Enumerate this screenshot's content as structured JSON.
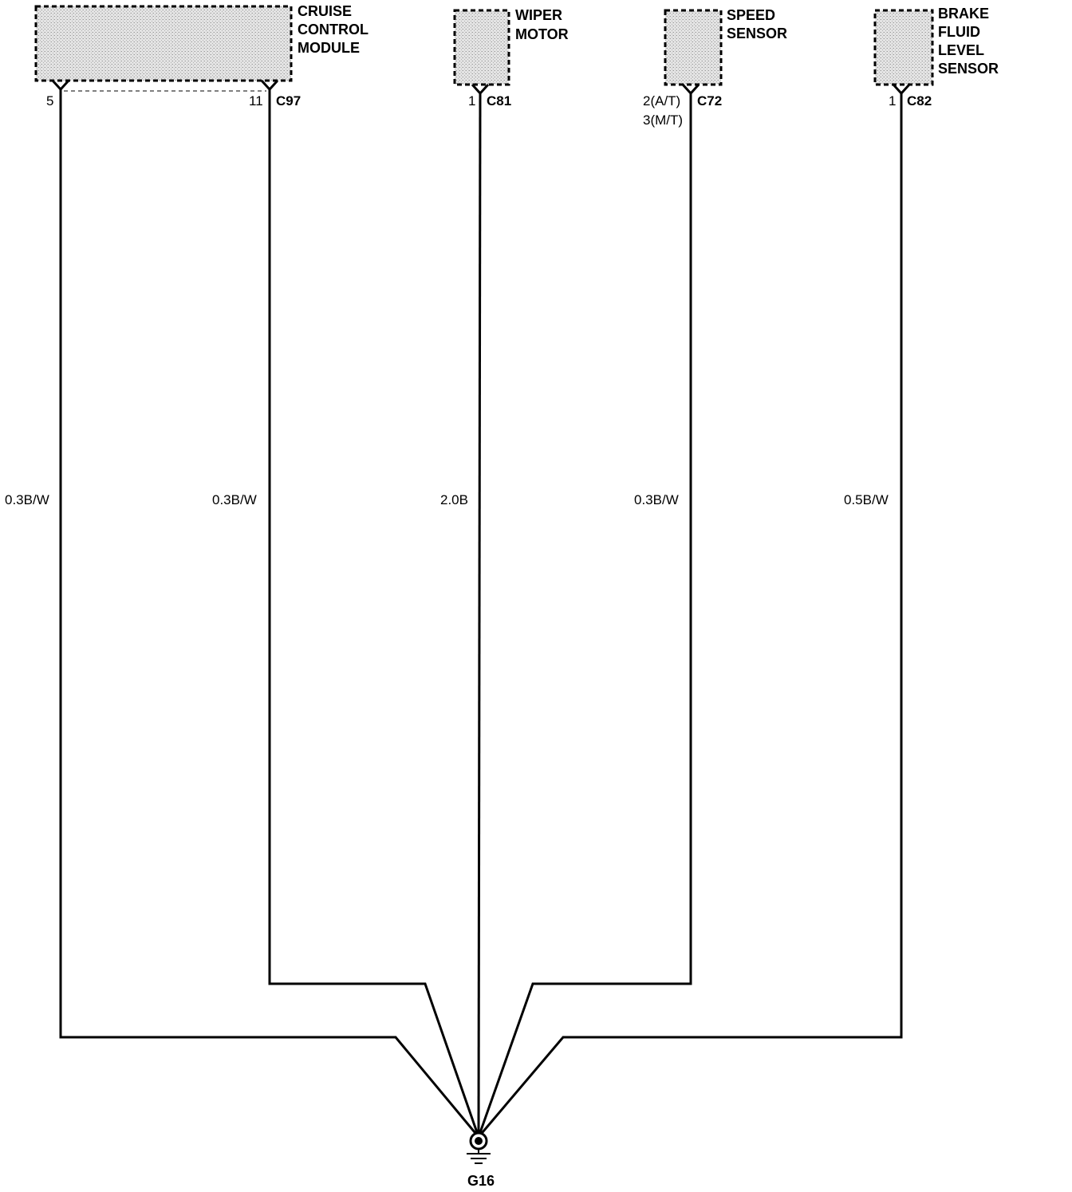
{
  "colors": {
    "wire": "#000000",
    "component_fill": "#d9d9d9",
    "background": "#ffffff"
  },
  "components": [
    {
      "id": "cruise",
      "label_lines": [
        "CRUISE",
        "CONTROL",
        "MODULE"
      ],
      "connector": "C97"
    },
    {
      "id": "wiper",
      "label_lines": [
        "WIPER",
        "MOTOR"
      ],
      "connector": "C81"
    },
    {
      "id": "speed",
      "label_lines": [
        "SPEED",
        "SENSOR"
      ],
      "connector": "C72"
    },
    {
      "id": "brake",
      "label_lines": [
        "BRAKE",
        "FLUID",
        "LEVEL",
        "SENSOR"
      ],
      "connector": "C82"
    }
  ],
  "pins": [
    {
      "component": "cruise",
      "pin": "5"
    },
    {
      "component": "cruise",
      "pin": "11"
    },
    {
      "component": "wiper",
      "pin": "1"
    },
    {
      "component": "speed",
      "pin_lines": [
        "2(A/T)",
        "3(M/T)"
      ]
    },
    {
      "component": "brake",
      "pin": "1"
    }
  ],
  "wires": [
    {
      "component": "cruise",
      "pin": "5",
      "size_color": "0.3B/W"
    },
    {
      "component": "cruise",
      "pin": "11",
      "size_color": "0.3B/W"
    },
    {
      "component": "wiper",
      "pin": "1",
      "size_color": "2.0B"
    },
    {
      "component": "speed",
      "pin": "2/3",
      "size_color": "0.3B/W"
    },
    {
      "component": "brake",
      "pin": "1",
      "size_color": "0.5B/W"
    }
  ],
  "ground": {
    "label": "G16",
    "icon": "ground-symbol-icon"
  }
}
